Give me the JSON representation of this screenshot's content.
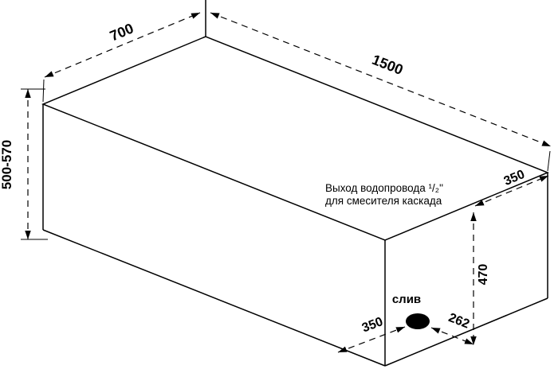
{
  "diagram": {
    "title": "bathtub-frame-dimensions",
    "labels": {
      "top_width": "700",
      "top_length": "1500",
      "left_height": "500-570",
      "right_offset": "350",
      "right_height": "470",
      "drain": "слив",
      "drain_offset_left": "350",
      "drain_offset_right": "262",
      "note_line1": "Выход водопровода ¹/₂''",
      "note_line2": "для смесителя каскада"
    },
    "colors": {
      "line": "#000000",
      "background": "#ffffff",
      "drain_fill": "#000000"
    }
  }
}
